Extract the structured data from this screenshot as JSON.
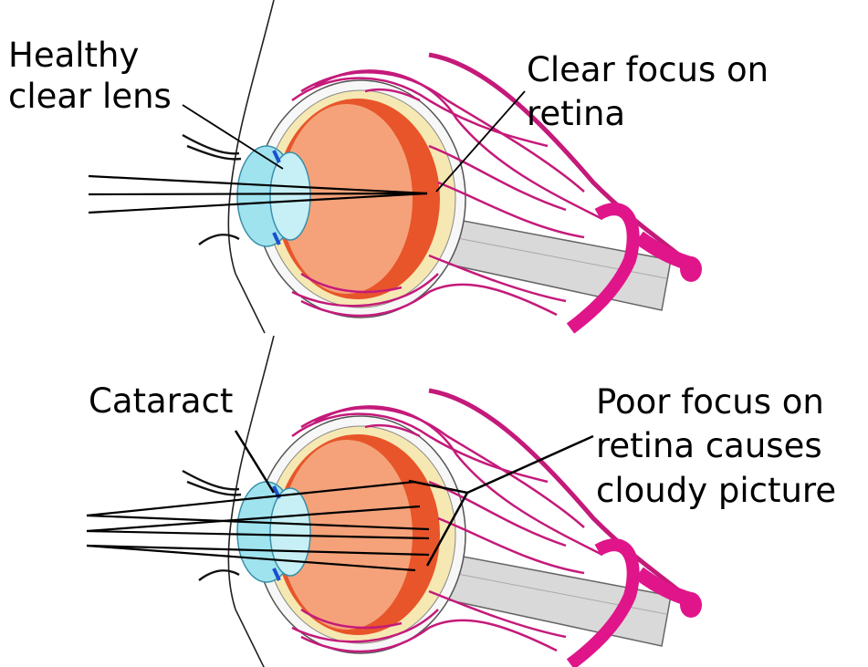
{
  "top_panel": {
    "label_lens": [
      "Healthy",
      "clear lens"
    ],
    "label_retina": [
      "Clear focus on",
      "retina"
    ]
  },
  "bottom_panel": {
    "label_lens": "Cataract",
    "label_retina": [
      "Poor focus on",
      "retina causes",
      "cloudy picture"
    ]
  },
  "colors": {
    "vessel": "#c41a7a",
    "eye_orange": "#e8552a",
    "eye_peach": "#f5a27a",
    "cornea": "#9fe3ef",
    "optic_nerve": "#d9d9d9"
  }
}
